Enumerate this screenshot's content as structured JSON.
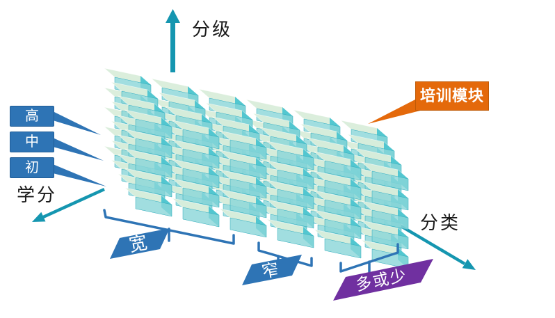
{
  "diagram": {
    "axis_top": {
      "label": "分级"
    },
    "axis_left": {
      "label": "学分"
    },
    "axis_right": {
      "label": "分类"
    },
    "level_labels": [
      {
        "label": "高"
      },
      {
        "label": "中"
      },
      {
        "label": "初"
      }
    ],
    "callout": {
      "label": "培训模块"
    },
    "bottom_labels": [
      {
        "label": "宽"
      },
      {
        "label": "窄"
      },
      {
        "label": "多或少"
      }
    ],
    "stack": {
      "columns": 6,
      "depth": 4,
      "layers": 5
    },
    "colors": {
      "axis_teal": "#1596b0",
      "label_blue": "#2e74b5",
      "label_blue_border": "#1f5c96",
      "callout_orange": "#e4690b",
      "amount_purple": "#7030a0",
      "cube_top": "#d9edda",
      "cube_front": "#8ad6d8",
      "cube_side": "#44c2ce",
      "cube_edge": "#2aaaba",
      "text_dark": "#1a1a1a",
      "text_light": "#ffffff"
    }
  }
}
